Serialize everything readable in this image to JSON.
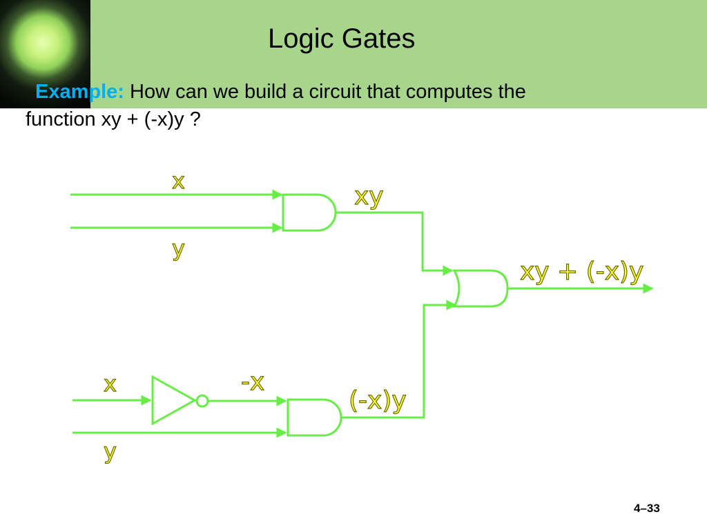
{
  "slide": {
    "title": "Logic Gates",
    "example_label": "Example:",
    "question_line1": "How can we build a circuit that computes the",
    "question_line2": "function xy + (-x)y ?",
    "slide_number": "4–33"
  },
  "colors": {
    "header_band": "#a8d58c",
    "example_label": "#00b0f0",
    "wire": "#66ee44",
    "signal_label": "#ffff33"
  },
  "diagram": {
    "labels": {
      "top_x": "x",
      "top_y": "y",
      "and1_out": "xy",
      "or_out": "xy + (-x)y",
      "bottom_x": "x",
      "not_out": "-x",
      "and2_out": "(-x)y",
      "bottom_y": "y"
    },
    "gates": [
      "and-gate",
      "or-gate",
      "not-gate",
      "and-gate"
    ]
  }
}
